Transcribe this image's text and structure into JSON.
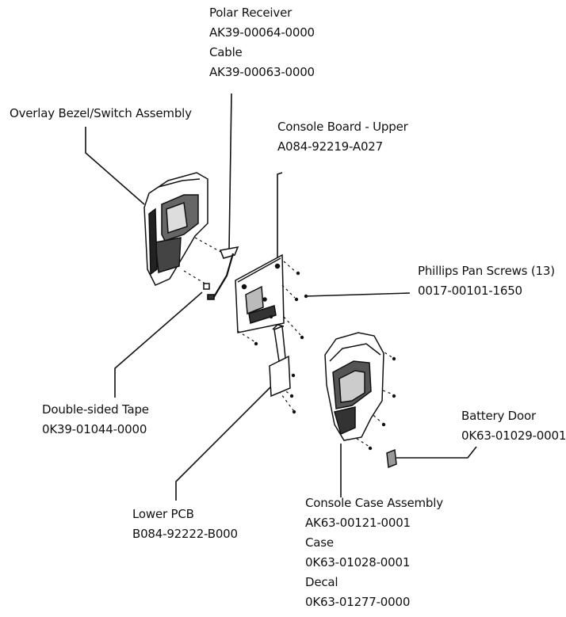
{
  "labels": {
    "polar_receiver": {
      "name": "Polar Receiver",
      "part": "AK39-00064-0000"
    },
    "cable": {
      "name": "Cable",
      "part": "AK39-00063-0000"
    },
    "overlay_bezel": {
      "name": "Overlay Bezel/Switch Assembly"
    },
    "console_board_upper": {
      "name": "Console Board - Upper",
      "part": "A084-92219-A027"
    },
    "phillips_screws": {
      "name": "Phillips Pan Screws (13)",
      "part": "0017-00101-1650"
    },
    "double_sided_tape": {
      "name": "Double-sided Tape",
      "part": "0K39-01044-0000"
    },
    "battery_door": {
      "name": "Battery Door",
      "part": "0K63-01029-0001"
    },
    "lower_pcb": {
      "name": "Lower PCB",
      "part": "B084-92222-B000"
    },
    "console_case_assembly": {
      "name": "Console Case Assembly",
      "part": "AK63-00121-0001"
    },
    "case": {
      "name": "Case",
      "part": "0K63-01028-0001"
    },
    "decal": {
      "name": "Decal",
      "part": "0K63-01277-0000"
    }
  }
}
